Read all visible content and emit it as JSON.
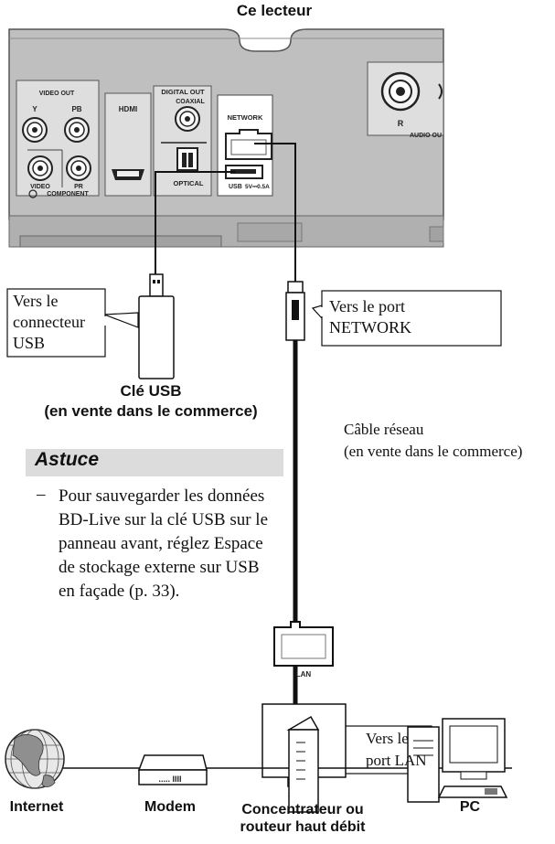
{
  "title": "Ce lecteur",
  "panel": {
    "video_out": "VIDEO OUT",
    "y": "Y",
    "pb": "PB",
    "video": "VIDEO",
    "pr": "PR",
    "component": "COMPONENT",
    "hdmi": "HDMI",
    "digital_out": "DIGITAL OUT",
    "coaxial": "COAXIAL",
    "optical": "OPTICAL",
    "network": "NETWORK",
    "usb": "USB",
    "usb_power": "5V⎓0.5A",
    "r": "R",
    "audio_out": "AUDIO OU"
  },
  "callouts": {
    "usb_connector": [
      "Vers le",
      "connecteur",
      "USB"
    ],
    "network_port": [
      "Vers le port",
      "NETWORK"
    ],
    "lan_port": [
      "Vers le",
      "port LAN"
    ]
  },
  "usb_key": {
    "name": "Clé USB",
    "note": "(en vente dans le commerce)"
  },
  "cable": {
    "name": "Câble réseau",
    "note": "(en vente dans le commerce)"
  },
  "lan_label": "LAN",
  "modem_label": "..... IIII",
  "tip": {
    "title": "Astuce",
    "dash": "–",
    "text": "Pour sauvegarder les données BD-Live sur la clé USB sur le panneau avant, réglez Espace de stockage externe sur USB en façade (p. 33)."
  },
  "devices": {
    "internet": "Internet",
    "modem": "Modem",
    "hub_line1": "Concentrateur ou",
    "hub_line2": "routeur haut débit",
    "pc": "PC"
  }
}
